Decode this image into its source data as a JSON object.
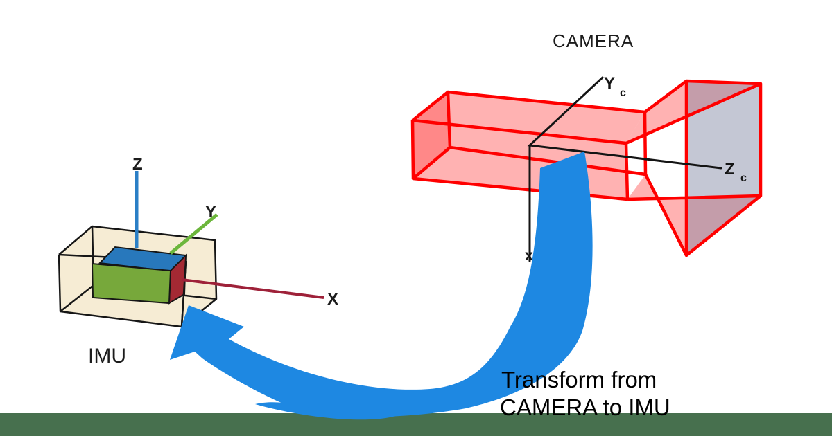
{
  "diagram": {
    "camera": {
      "title": "CAMERA",
      "axis_y": "Y",
      "axis_y_sub": "c",
      "axis_z": "Z",
      "axis_z_sub": "c",
      "axis_x": "x"
    },
    "imu": {
      "title": "IMU",
      "axis_z": "Z",
      "axis_y": "Y",
      "axis_x": "X"
    },
    "caption_line1": "Transform from",
    "caption_line2": "CAMERA to IMU"
  },
  "colors": {
    "background": "#FFFFFF",
    "footer_band": "#47704E",
    "arrow_blue": "#1E88E2",
    "camera_edge_red": "#FF0000",
    "camera_face_pink": "rgba(255,84,84,0.45)",
    "camera_far_face_gray": "rgba(124,130,160,0.45)",
    "camera_axis_black": "#141414",
    "imu_case_fill": "#F6ECD4",
    "imu_edge_black": "#161616",
    "imu_top_blue": "#2878BC",
    "imu_front_green": "#77A83B",
    "imu_side_red": "#A32933",
    "imu_axis_z_blue": "#2B7FC6",
    "imu_axis_y_green": "#6CB63C",
    "imu_axis_x_maroon": "#9E2139",
    "label_dark": "#1C1C1C",
    "caption_black": "#000000"
  }
}
